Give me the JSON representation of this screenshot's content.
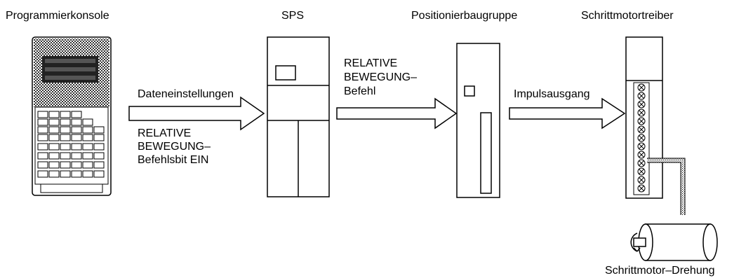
{
  "components": {
    "console_title": "Programmierkonsole",
    "plc_title": "SPS",
    "positioning_title": "Positionierbaugruppe",
    "driver_title": "Schrittmotortreiber"
  },
  "arrows": {
    "a1_label": "Dateneinstellungen",
    "a1_sub_line1": "RELATIVE",
    "a1_sub_line2": "BEWEGUNG–",
    "a1_sub_line3": "Befehlsbit EIN",
    "a2_line1": "RELATIVE",
    "a2_line2": "BEWEGUNG–",
    "a2_line3": "Befehl",
    "a3_label": "Impulsausgang"
  },
  "motor": {
    "caption": "Schrittmotor–Drehung"
  }
}
